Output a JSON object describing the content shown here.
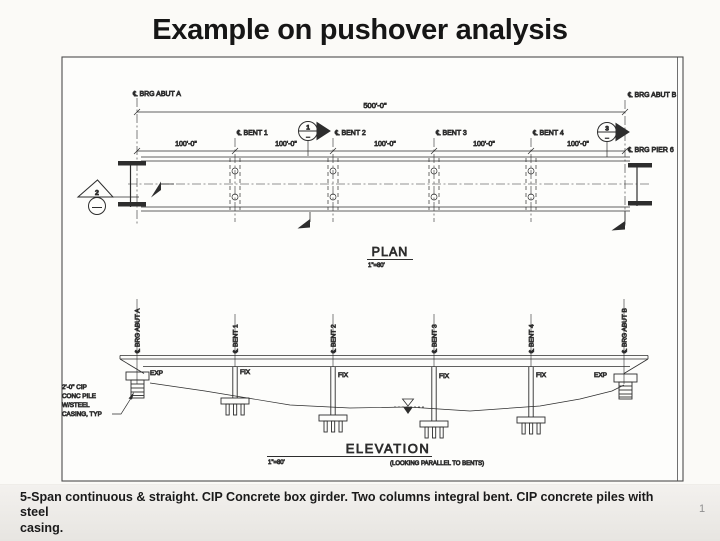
{
  "slide": {
    "title": "Example on pushover analysis",
    "page_number": "1",
    "caption": {
      "line1": "5-Span continuous & straight. CIP Concrete box girder.  Two columns integral bent. CIP concrete piles with steel",
      "line2": "casing."
    }
  },
  "drawing": {
    "plan": {
      "view_name": "PLAN",
      "scale": "1\"=80'",
      "total_span": "500'-0\"",
      "span_dims": [
        "100'-0\"",
        "100'-0\"",
        "100'-0\"",
        "100'-0\"",
        "100'-0\""
      ],
      "brg_abut_a": "℄ BRG ABUT A",
      "brg_abut_b": "℄ BRG ABUT B",
      "brg_pier": "℄ BRG PIER 6",
      "bents": [
        "℄ BENT 1",
        "℄ BENT 2",
        "℄ BENT 3",
        "℄ BENT 4"
      ],
      "section_markers": [
        "2",
        "1",
        "3"
      ],
      "section_marker_dash": "–"
    },
    "elevation": {
      "view_name": "ELEVATION",
      "scale": "1\"=80'",
      "view_note": "(LOOKING PARALLEL TO BENTS)",
      "brg_abut_a": "℄ BRG ABUT A",
      "brg_abut_b": "℄ BRG ABUT B",
      "bents": [
        "℄ BENT 1",
        "℄ BENT 2",
        "℄ BENT 3",
        "℄ BENT 4"
      ],
      "bearing_types": [
        "EXP",
        "FIX",
        "FIX",
        "FIX",
        "FIX",
        "EXP"
      ],
      "pile_note": [
        "2'-0\" CIP",
        "CONC PILE",
        "W/STEEL",
        "CASING, TYP"
      ]
    }
  },
  "colors": {
    "ink": "#2d2d2d",
    "paper": "#fdfdfb",
    "caption_text": "#1a1a1a",
    "page_number_gray": "#8f8f8f"
  }
}
